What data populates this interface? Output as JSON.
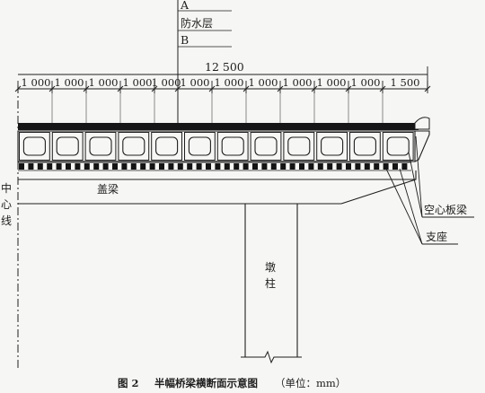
{
  "annotation": {
    "layer_a": "A",
    "waterproof": "防水层",
    "layer_b": "B"
  },
  "dimensions": {
    "total": "12 500",
    "segments": [
      "1 000",
      "1 000",
      "1 000",
      "1 000",
      "1 000",
      "1 000",
      "1 000",
      "1 000",
      "1 000",
      "1 000",
      "1 000",
      "1 500"
    ]
  },
  "labels": {
    "centerline": [
      "中",
      "心",
      "线"
    ],
    "cap_beam": "盖梁",
    "hollow_slab": "空心板梁",
    "bearing": "支座",
    "pier": [
      "墩",
      "柱"
    ]
  },
  "caption": {
    "figure_no": "图 2",
    "title": "半幅桥梁横断面示意图",
    "unit": "（单位：mm）"
  },
  "colors": {
    "ink": "#1e1e1e",
    "background": "#f6f6f4"
  }
}
